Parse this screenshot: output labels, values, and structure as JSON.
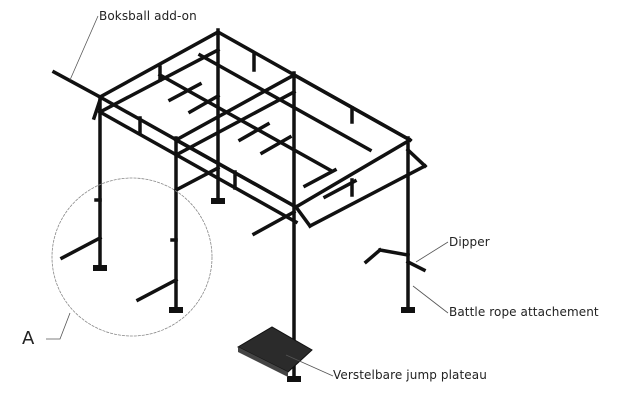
{
  "labels": {
    "boksball": "Boksball add-on",
    "dipper": "Dipper",
    "battle_rope": "Battle rope attachement",
    "jump_plateau": "Verstelbare jump plateau",
    "detail": "A"
  },
  "colors": {
    "frame": "#111111",
    "plateau": "#2b2b2b",
    "leader": "#555555"
  }
}
